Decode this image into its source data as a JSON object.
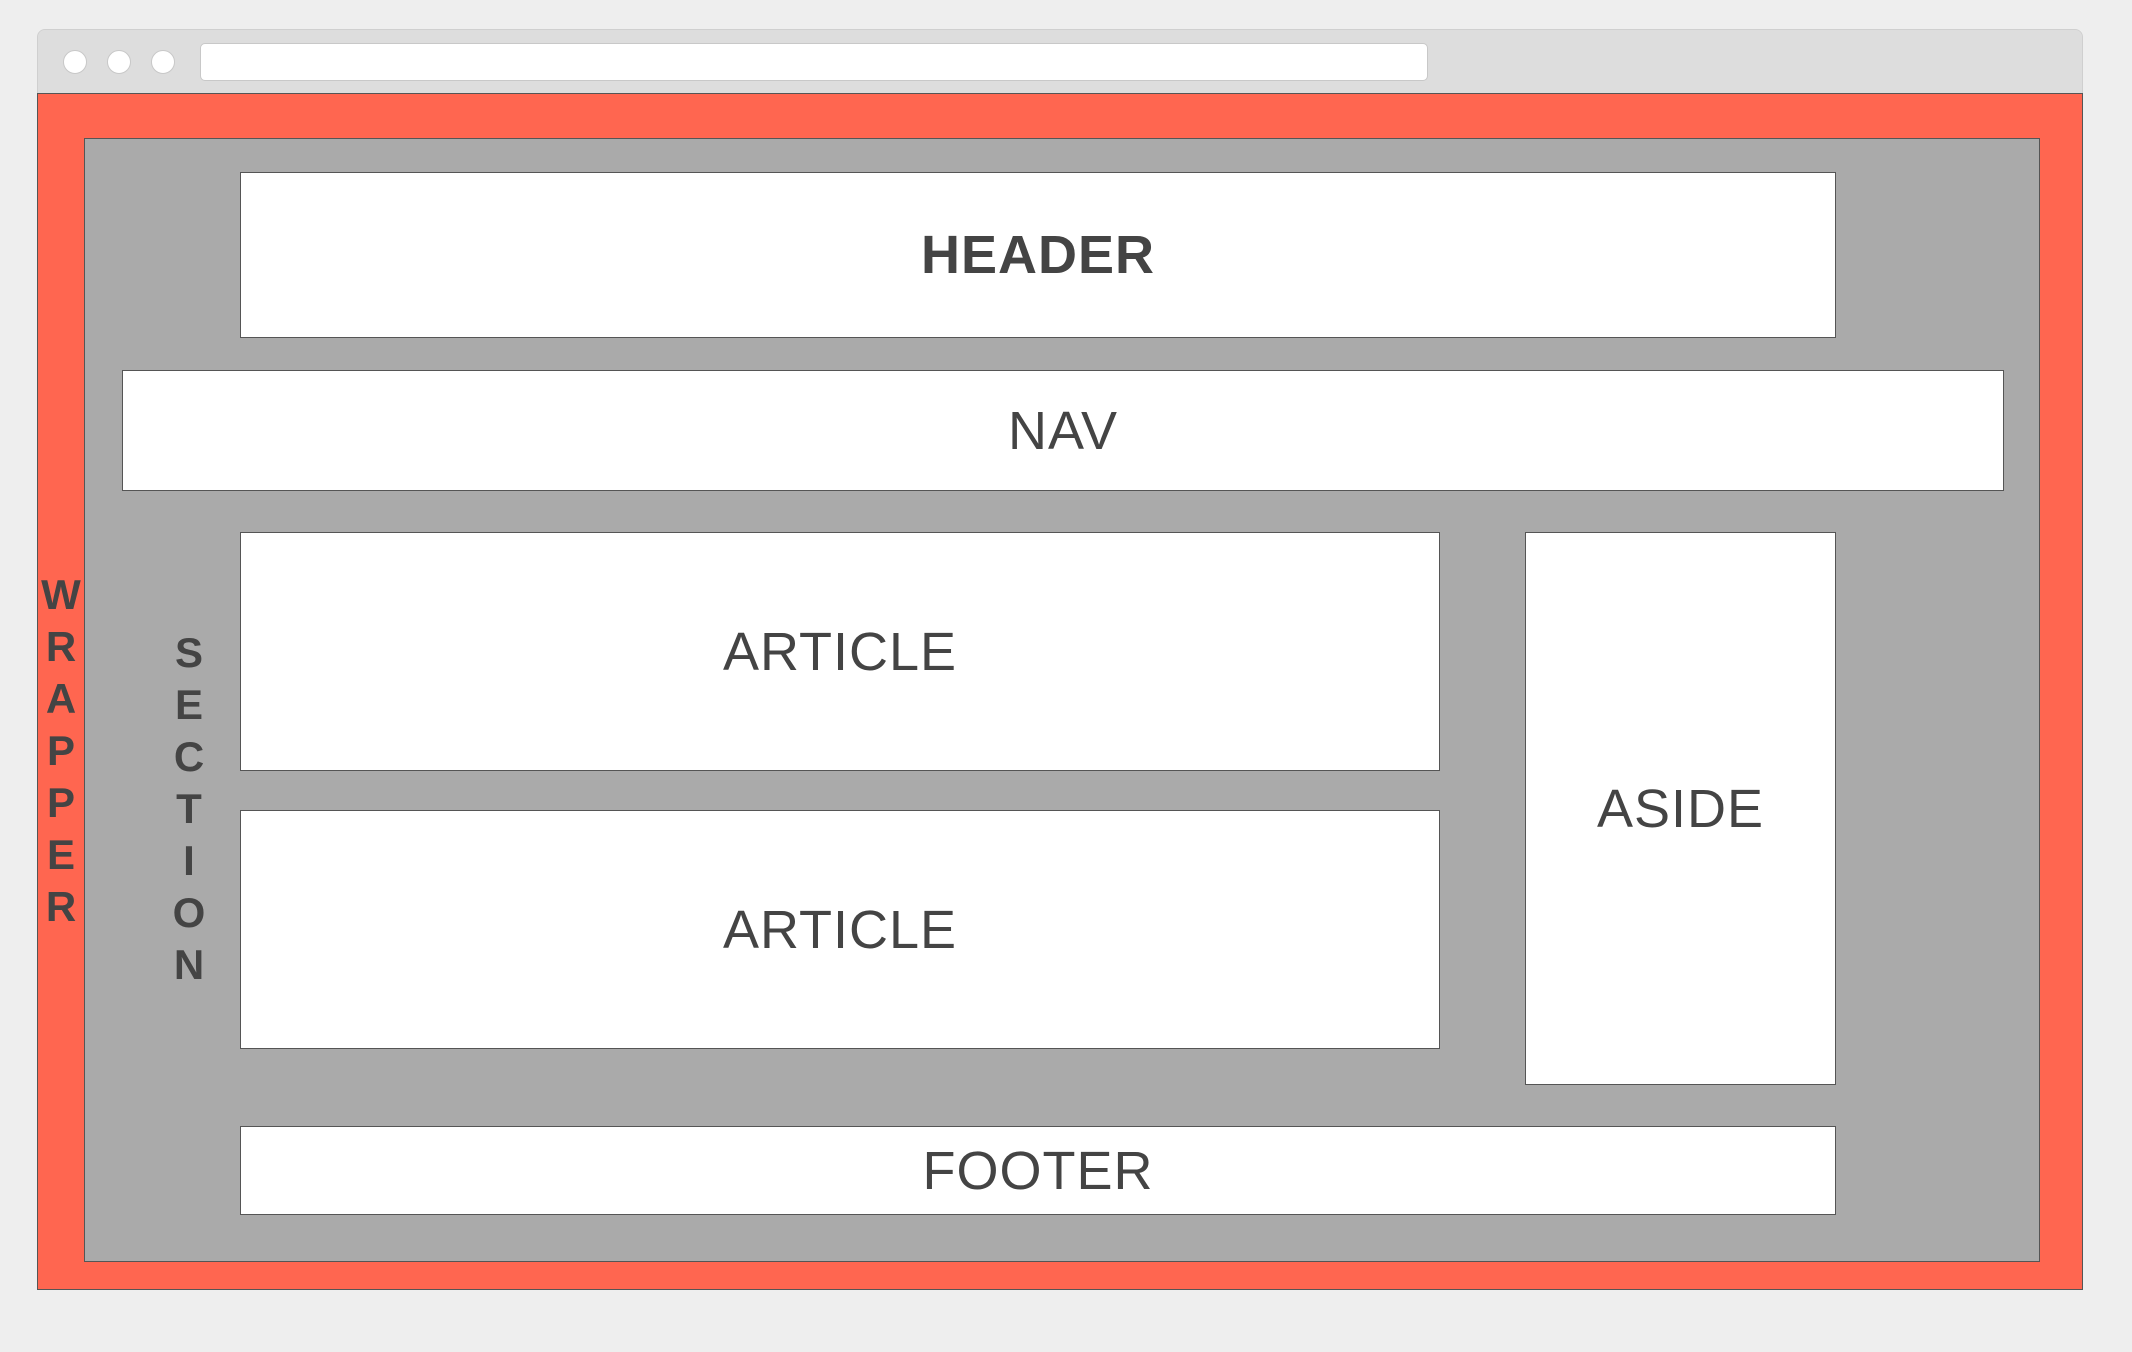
{
  "diagram": {
    "wrapper_label": "WRAPPER",
    "section_label": "SECTION",
    "header": "HEADER",
    "nav": "NAV",
    "articles": [
      "ARTICLE",
      "ARTICLE"
    ],
    "aside": "ASIDE",
    "footer": "FOOTER"
  },
  "colors": {
    "wrapper": "#ff6650",
    "section": "#aaaaaa",
    "box": "#ffffff",
    "page_background": "#eeeeee",
    "browser_chrome": "#dddddd"
  }
}
